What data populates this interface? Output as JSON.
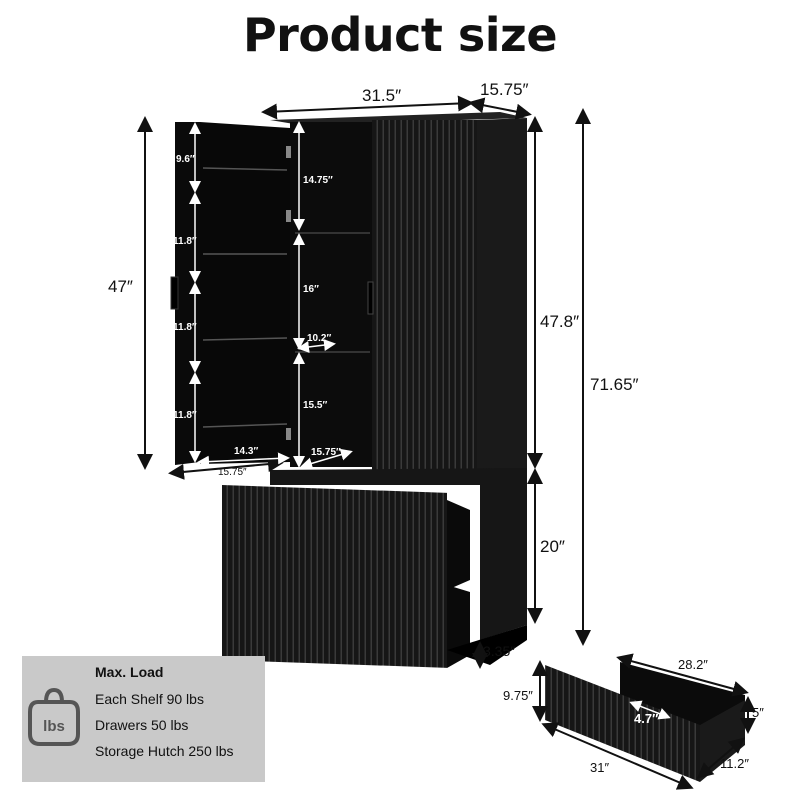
{
  "title": "Product size",
  "colors": {
    "cabinet": "#111111",
    "load_box": "#c9c9c9",
    "arrow_light": "#ffffff",
    "arrow_dark": "#111111"
  },
  "dimensions": {
    "width": "31.5″",
    "depth": "15.75″",
    "door_height": "47″",
    "door_shelf_top": "9.6″",
    "door_shelf_1": "11.8″",
    "door_shelf_2": "11.8″",
    "door_shelf_3": "11.8″",
    "inner_top": "14.75″",
    "inner_middle": "16″",
    "inner_shelf_depth": "10.2″",
    "inner_bottom": "15.5″",
    "door_width": "14.3″",
    "inner_depth": "15.75″",
    "door_depth": "15.75″",
    "upper_height": "47.8″",
    "total_height": "71.65″",
    "lower_height": "20″",
    "base_height": "3.35″"
  },
  "drawer_detail": {
    "inner_length": "28.2″",
    "front_height": "9.75″",
    "side_height": "5″",
    "handle_width": "4.7″",
    "front_width": "31″",
    "depth": "11.2″"
  },
  "max_load": {
    "icon": "weight-lbs-icon",
    "icon_text": "lbs",
    "heading": "Max. Load",
    "items": [
      "Each Shelf  90 lbs",
      "Drawers  50 lbs",
      "Storage Hutch  250 lbs"
    ]
  }
}
